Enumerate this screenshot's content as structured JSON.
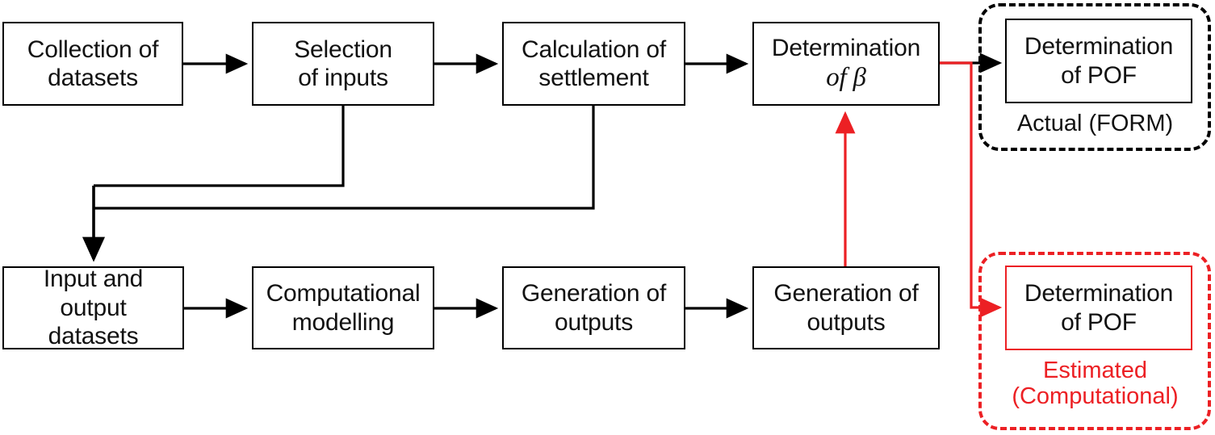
{
  "diagram": {
    "title": "Reliability analysis workflow flowchart",
    "colors": {
      "black": "#000000",
      "red": "#ec2024",
      "background": "#ffffff"
    },
    "top_row": [
      {
        "id": "collection-of-datasets",
        "line1": "Collection of",
        "line2": "datasets"
      },
      {
        "id": "selection-of-inputs",
        "line1": "Selection",
        "line2": "of inputs"
      },
      {
        "id": "calculation-of-settlement",
        "line1": "Calculation of",
        "line2": "settlement"
      },
      {
        "id": "determination-of-beta",
        "line1": "Determination",
        "line2": "of β"
      }
    ],
    "bottom_row": [
      {
        "id": "input-and-output-datasets",
        "line1": "Input and",
        "line2": "output datasets"
      },
      {
        "id": "computational-modelling",
        "line1": "Computational",
        "line2": "modelling"
      },
      {
        "id": "generation-of-outputs-1",
        "line1": "Generation of",
        "line2": "outputs"
      },
      {
        "id": "generation-of-outputs-2",
        "line1": "Generation of",
        "line2": "outputs"
      }
    ],
    "groups": [
      {
        "id": "actual-form-group",
        "node_line1": "Determination",
        "node_line2": "of POF",
        "caption": "Actual (FORM)",
        "style": "black-dashed"
      },
      {
        "id": "estimated-computational-group",
        "node_line1": "Determination",
        "node_line2": "of POF",
        "caption_line1": "Estimated",
        "caption_line2": "(Computational)",
        "style": "red-dashed"
      }
    ],
    "edges": [
      {
        "id": "collection-to-selection",
        "color": "black"
      },
      {
        "id": "selection-to-calculation",
        "color": "black"
      },
      {
        "id": "calculation-to-determination-beta",
        "color": "black"
      },
      {
        "id": "determination-beta-to-actual-pof",
        "color": "black"
      },
      {
        "id": "selection-to-input-output-datasets",
        "color": "black"
      },
      {
        "id": "calculation-to-input-output-datasets",
        "color": "black"
      },
      {
        "id": "input-output-to-computational-modelling",
        "color": "black"
      },
      {
        "id": "computational-modelling-to-generation-1",
        "color": "black"
      },
      {
        "id": "generation-1-to-generation-2",
        "color": "black"
      },
      {
        "id": "generation-2-to-determination-beta",
        "color": "red"
      },
      {
        "id": "determination-beta-to-estimated-pof",
        "color": "red"
      }
    ]
  }
}
